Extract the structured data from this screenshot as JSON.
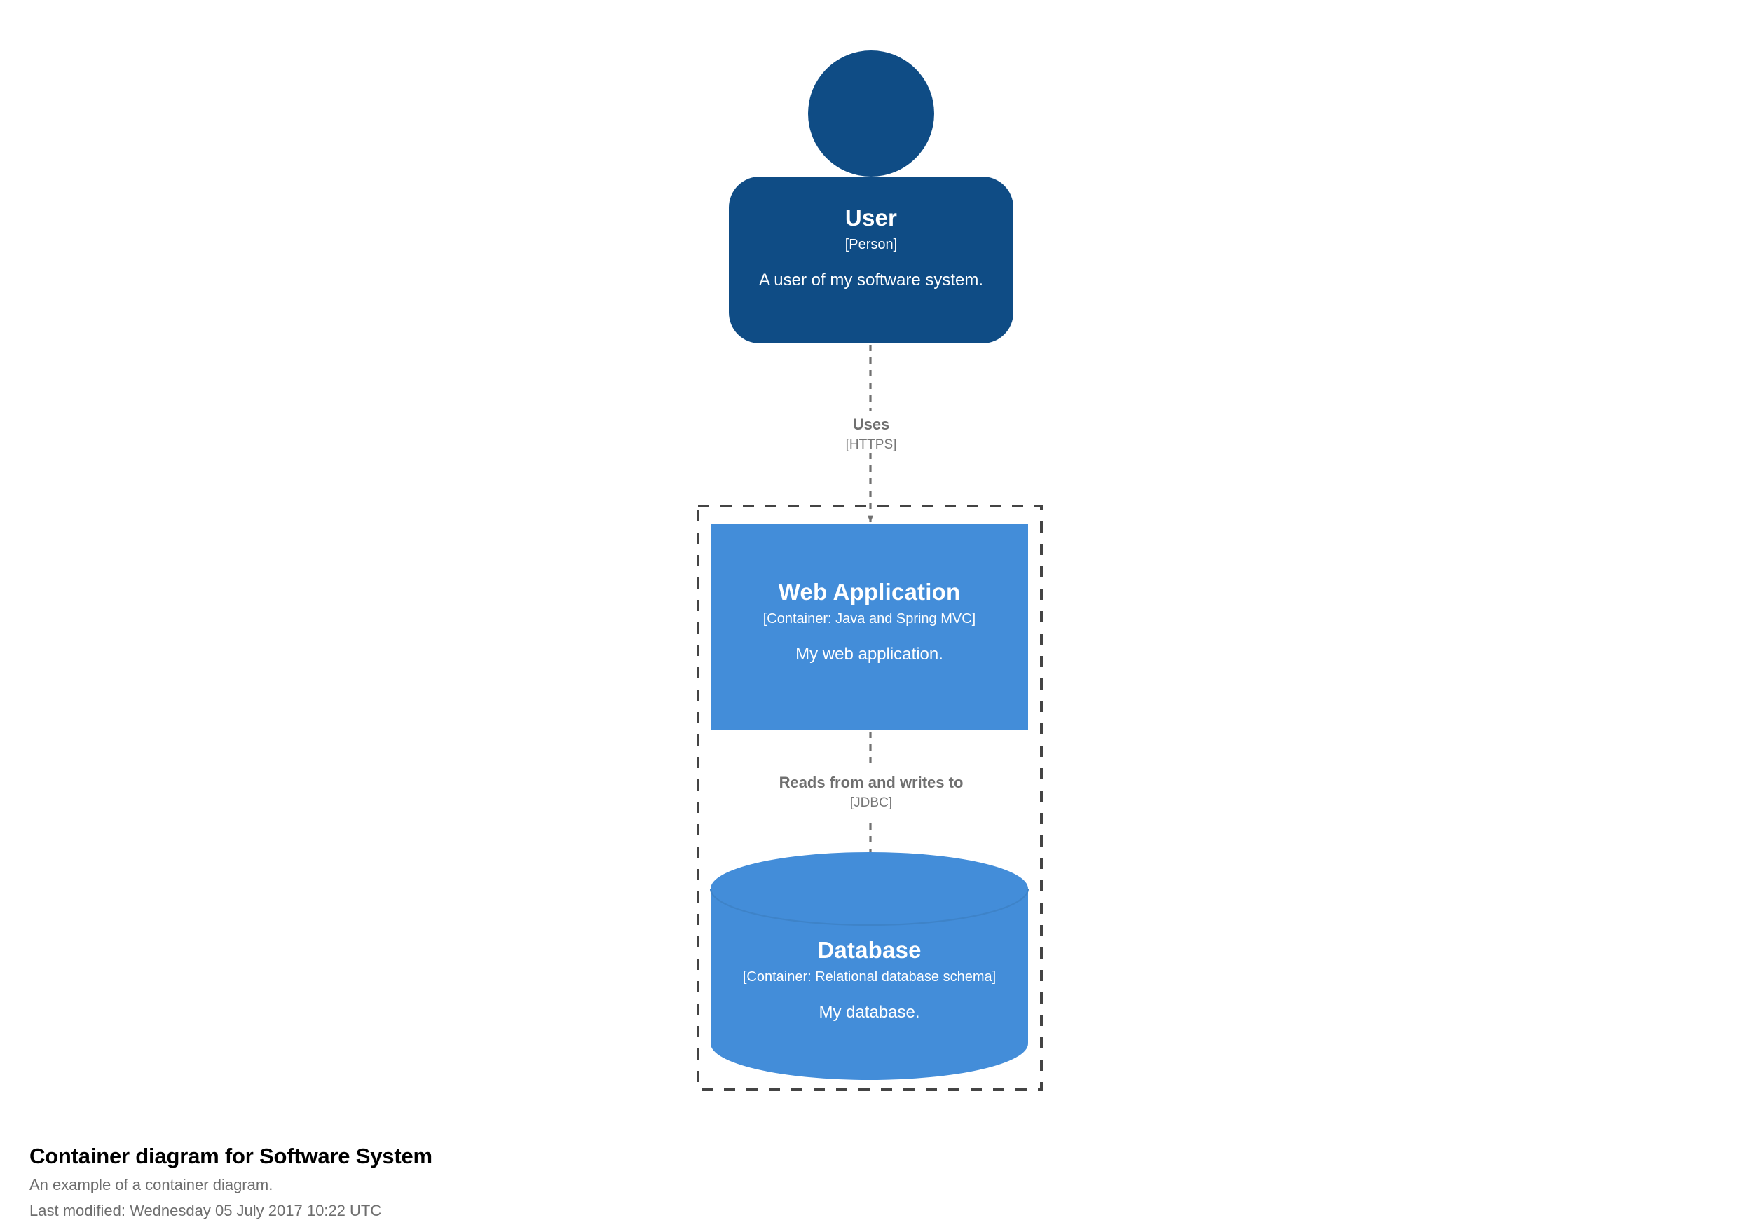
{
  "diagram": {
    "kind": "c4-container-diagram",
    "colors": {
      "person_fill": "#0F4C85",
      "container_fill": "#438DD9",
      "boundary_stroke": "#444444",
      "relationship_stroke": "#707070",
      "node_text": "#FFFFFF",
      "caption_title": "#000000",
      "caption_sub": "#6E6E6E",
      "background": "#FFFFFF"
    },
    "nodes": [
      {
        "id": "person-user",
        "shape": "person",
        "title": "User",
        "tech": "[Person]",
        "description": "A user of my software system."
      },
      {
        "id": "container-web-application",
        "shape": "box",
        "title": "Web Application",
        "tech": "[Container: Java and Spring MVC]",
        "description": "My web application."
      },
      {
        "id": "container-database",
        "shape": "cylinder",
        "title": "Database",
        "tech": "[Container: Relational database schema]",
        "description": "My database."
      }
    ],
    "relationships": [
      {
        "id": "rel-user-to-webapp",
        "source": "person-user",
        "target": "container-web-application",
        "description": "Uses",
        "technology": "[HTTPS]",
        "style": "dashed-arrow"
      },
      {
        "id": "rel-webapp-to-database",
        "source": "container-web-application",
        "target": "container-database",
        "description": "Reads from and writes to",
        "technology": "[JDBC]",
        "style": "dashed-arrow"
      }
    ],
    "boundary": {
      "id": "software-system-boundary",
      "style": "dashed"
    }
  },
  "caption": {
    "title": "Container diagram for Software System",
    "subtitle": "An example of a container diagram.",
    "last_modified": "Last modified: Wednesday 05 July 2017 10:22 UTC"
  }
}
